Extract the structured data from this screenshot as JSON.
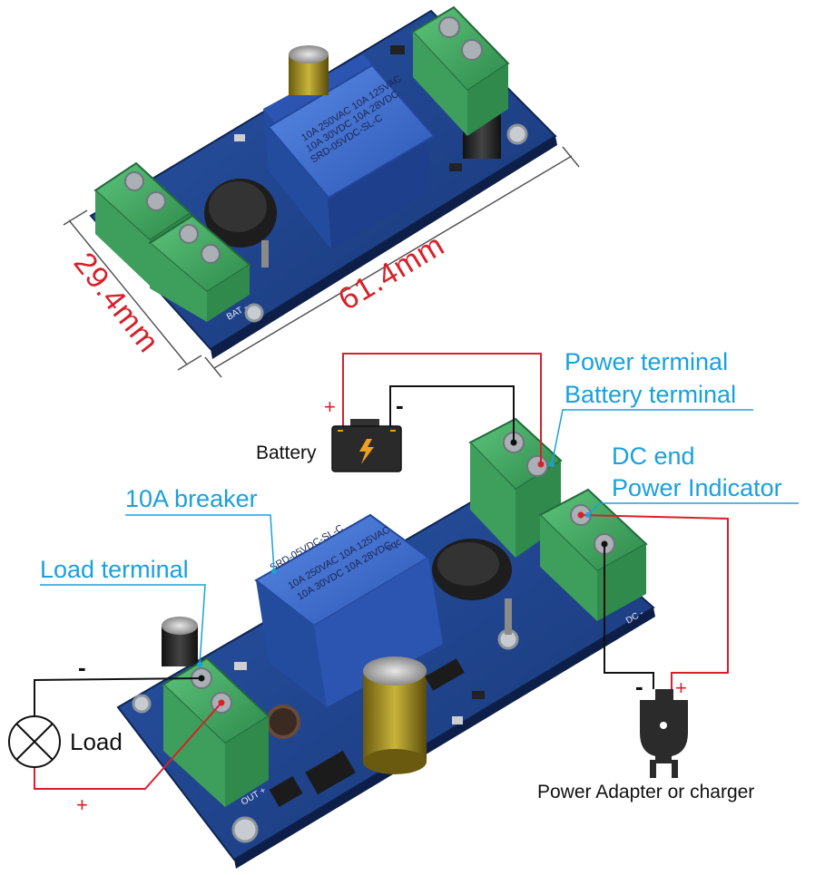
{
  "dimensions": {
    "length": "61.4mm",
    "width": "29.4mm"
  },
  "relay": {
    "model": "SRD-05VDC-SL-C",
    "rating_line1": "10A 250VAC 10A 125VAC",
    "rating_line2": "10A 30VDC 10A 28VDC",
    "brand": "cqc"
  },
  "silkscreen": {
    "bat": "BAT -",
    "dc": "DC -",
    "out": "OUT +"
  },
  "labels": {
    "power_terminal": "Power terminal",
    "battery_terminal": "Battery terminal",
    "dc_end": "DC end",
    "power_indicator": "Power Indicator",
    "breaker": "10A breaker",
    "load_terminal": "Load terminal",
    "battery": "Battery",
    "load": "Load",
    "adapter": "Power Adapter or charger"
  },
  "polarity": {
    "plus": "+",
    "minus": "-"
  },
  "colors": {
    "wire_red": "#d8202a",
    "wire_black": "#111111",
    "pcb_blue": "#1d3f8c",
    "terminal_green": "#3fa860",
    "relay_blue": "#3d6fd0",
    "label_blue": "#1aa0dc"
  }
}
